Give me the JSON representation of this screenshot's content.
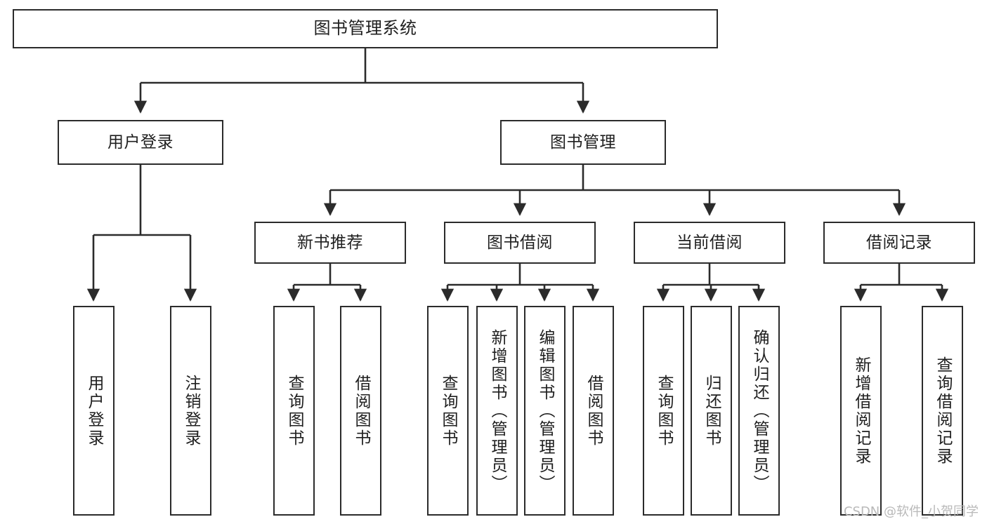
{
  "diagram": {
    "type": "tree",
    "title": "图书管理系统",
    "orientation": "top-down",
    "colors": {
      "background": "#ffffff",
      "box_border": "#2b2b2b",
      "box_fill": "#ffffff",
      "edge": "#2b2b2b",
      "text": "#1f1f1f",
      "watermark": "#b9b9b9"
    }
  },
  "watermark": {
    "text": "CSDN @软件_小贺同学"
  },
  "nodes": {
    "root": {
      "label": "图书管理系统"
    },
    "level2": [
      {
        "id": "user-login",
        "label": "用户登录"
      },
      {
        "id": "book-manage",
        "label": "图书管理"
      }
    ],
    "level3": [
      {
        "id": "new-book-recommend",
        "label": "新书推荐"
      },
      {
        "id": "book-borrow",
        "label": "图书借阅"
      },
      {
        "id": "current-borrow",
        "label": "当前借阅"
      },
      {
        "id": "borrow-record",
        "label": "借阅记录"
      }
    ],
    "leaves": {
      "user_login": [
        {
          "id": "leaf-user-login",
          "label": "用户登录"
        },
        {
          "id": "leaf-logout-login",
          "label": "注销登录"
        }
      ],
      "new_book_recommend": [
        {
          "id": "leaf-query-book-1",
          "label": "查询图书"
        },
        {
          "id": "leaf-borrow-book-1",
          "label": "借阅图书"
        }
      ],
      "book_borrow": [
        {
          "id": "leaf-query-book-2",
          "label": "查询图书"
        },
        {
          "id": "leaf-add-book",
          "label": "新增图书（管理员）"
        },
        {
          "id": "leaf-edit-book",
          "label": "编辑图书（管理员）"
        },
        {
          "id": "leaf-borrow-book-2",
          "label": "借阅图书"
        }
      ],
      "current_borrow": [
        {
          "id": "leaf-query-book-3",
          "label": "查询图书"
        },
        {
          "id": "leaf-return-book",
          "label": "归还图书"
        },
        {
          "id": "leaf-confirm-return",
          "label": "确认归还（管理员）"
        }
      ],
      "borrow_record": [
        {
          "id": "leaf-add-record",
          "label": "新增借阅记录"
        },
        {
          "id": "leaf-query-record",
          "label": "查询借阅记录"
        }
      ]
    }
  },
  "edges": [
    {
      "from": "图书管理系统",
      "to": "用户登录"
    },
    {
      "from": "图书管理系统",
      "to": "图书管理"
    },
    {
      "from": "用户登录",
      "to": "用户登录"
    },
    {
      "from": "用户登录",
      "to": "注销登录"
    },
    {
      "from": "图书管理",
      "to": "新书推荐"
    },
    {
      "from": "图书管理",
      "to": "图书借阅"
    },
    {
      "from": "图书管理",
      "to": "当前借阅"
    },
    {
      "from": "图书管理",
      "to": "借阅记录"
    },
    {
      "from": "新书推荐",
      "to": "查询图书"
    },
    {
      "from": "新书推荐",
      "to": "借阅图书"
    },
    {
      "from": "图书借阅",
      "to": "查询图书"
    },
    {
      "from": "图书借阅",
      "to": "新增图书（管理员）"
    },
    {
      "from": "图书借阅",
      "to": "编辑图书（管理员）"
    },
    {
      "from": "图书借阅",
      "to": "借阅图书"
    },
    {
      "from": "当前借阅",
      "to": "查询图书"
    },
    {
      "from": "当前借阅",
      "to": "归还图书"
    },
    {
      "from": "当前借阅",
      "to": "确认归还（管理员）"
    },
    {
      "from": "借阅记录",
      "to": "新增借阅记录"
    },
    {
      "from": "借阅记录",
      "to": "查询借阅记录"
    }
  ]
}
